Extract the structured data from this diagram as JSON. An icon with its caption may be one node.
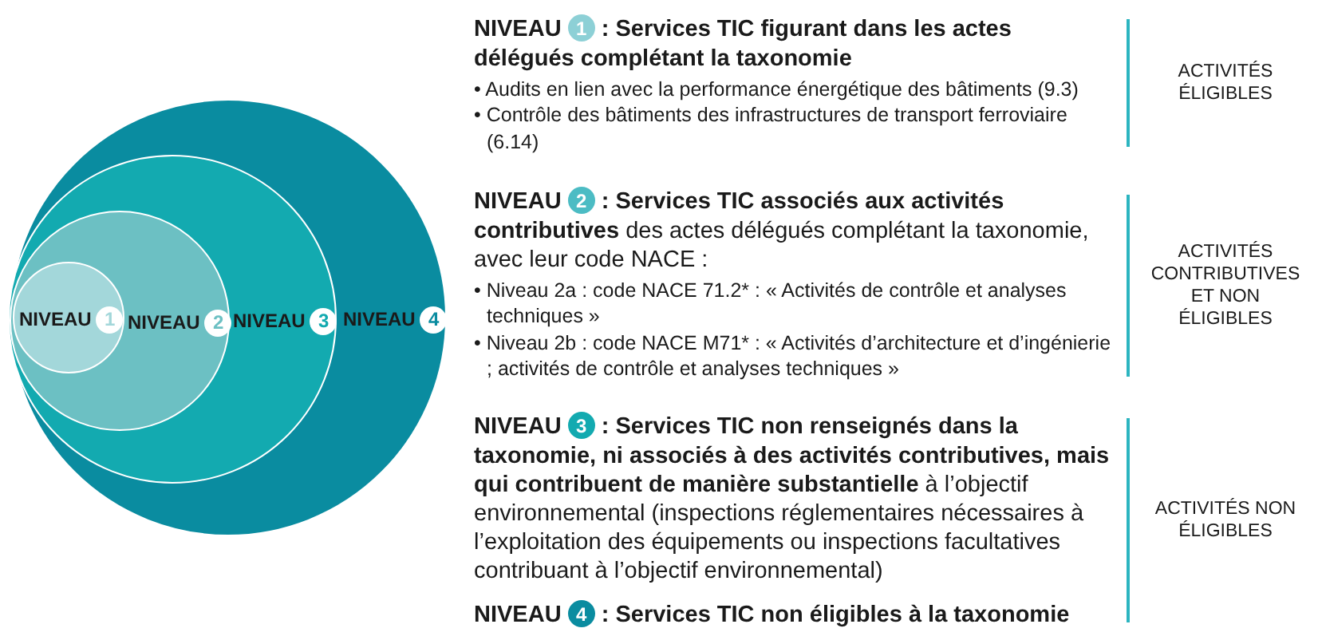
{
  "diagram": {
    "nodes": [
      {
        "text": [
          "NIVEAU",
          "4"
        ]
      },
      {
        "text": [
          "NIVEAU",
          "3"
        ],
        "in": 0
      },
      {
        "text": [
          "NIVEAU",
          "2"
        ],
        "in": 1
      },
      {
        "text": [
          "NIVEAU",
          "1"
        ],
        "in": 2
      }
    ],
    "labels": [
      "NIVEAU",
      "1",
      ": Services TIC figurant dans les actes délégués complétant la taxonomie",
      "• Audits en lien avec la performance énergétique des bâtiments (9.3)",
      "• Contrôle des bâtiments des infrastructures de transport ferroviaire (6.14)",
      "ACTIVITÉS ÉLIGIBLES",
      "NIVEAU",
      "2",
      "**: Services TIC associés aux activités contributives** des actes délégués complétant la taxonomie, avec leur code NACE :",
      "• Niveau 2a : code NACE 71.2* : « Activités de contrôle et analyses techniques »",
      "• Niveau 2b : code NACE M71* : « Activités d’architecture et d’ingénierie ; activités de contrôle et analyses techniques »",
      "ACTIVITÉS CONTRIBUTIVES ET NON ÉLIGIBLES",
      "NIVEAU",
      "3",
      "**: Services TIC non renseignés dans la taxonomie, ni associés à des activités contributives, mais qui contribuent de manière substantielle** à l’objectif environnemental (inspections réglementaires nécessaires à l’exploitation des équipements ou inspections facultatives contribuant à l’objectif environnemental)",
      "ACTIVITÉS NON ÉLIGIBLES",
      "NIVEAU",
      "4",
      ": Services TIC non éligibles à la taxonomie"
    ]
  }
}
